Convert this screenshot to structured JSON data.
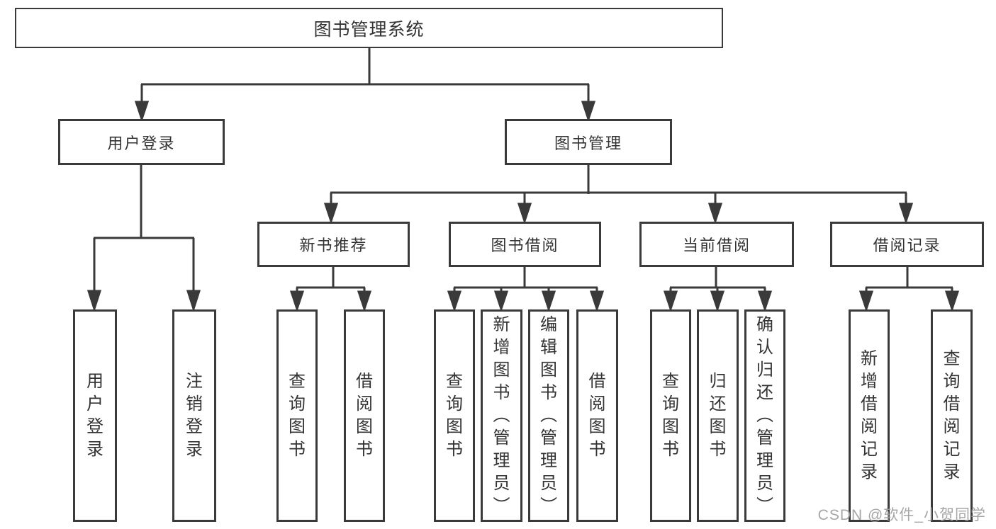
{
  "diagram_title": "图书管理系统",
  "tree": {
    "root": "图书管理系统",
    "branches": [
      {
        "label": "用户登录",
        "leaves": [
          "用户登录",
          "注销登录"
        ]
      },
      {
        "label": "图书管理",
        "children": [
          {
            "label": "新书推荐",
            "leaves": [
              "查询图书",
              "借阅图书"
            ]
          },
          {
            "label": "图书借阅",
            "leaves": [
              "查询图书",
              "新增图书（管理员）",
              "编辑图书（管理员）",
              "借阅图书"
            ]
          },
          {
            "label": "当前借阅",
            "leaves": [
              "查询图书",
              "归还图书",
              "确认归还（管理员）"
            ]
          },
          {
            "label": "借阅记录",
            "leaves": [
              "新增借阅记录",
              "查询借阅记录"
            ]
          }
        ]
      }
    ]
  },
  "watermark": {
    "text": "CSDN @软件_小贺同学"
  },
  "colors": {
    "line": "#3a3a3a",
    "box_border": "#3a3a3a",
    "text": "#333333",
    "background": "#ffffff",
    "watermark": "#9e9e9e"
  }
}
